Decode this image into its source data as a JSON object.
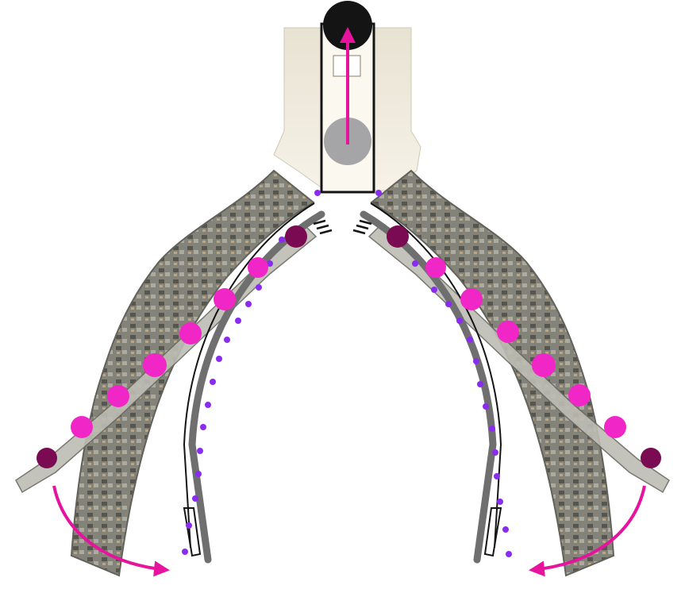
{
  "diagram": {
    "palette": {
      "magenta": "#e6139c",
      "pink_node": "#f027c6",
      "dark_node": "#7a0a52",
      "purple_sensor": "#8a2cf0",
      "gray_band": "#6f6f6f",
      "housing": "#efe8d8",
      "finger_body": "#8c8c84",
      "black_roller": "#141414",
      "gray_pulley": "#a5a5a7"
    },
    "components": {
      "gripper_housing": "gripper-housing",
      "top_roller": "top-roller",
      "lower_pulley": "lower-pulley",
      "pull_arrow": "pull-arrow",
      "left_finger": "left-finger",
      "right_finger": "right-finger",
      "left_inner_band": "left-inner-band",
      "right_inner_band": "right-inner-band",
      "left_rotation_arrow": "left-rotation-arrow",
      "right_rotation_arrow": "right-rotation-arrow"
    }
  }
}
